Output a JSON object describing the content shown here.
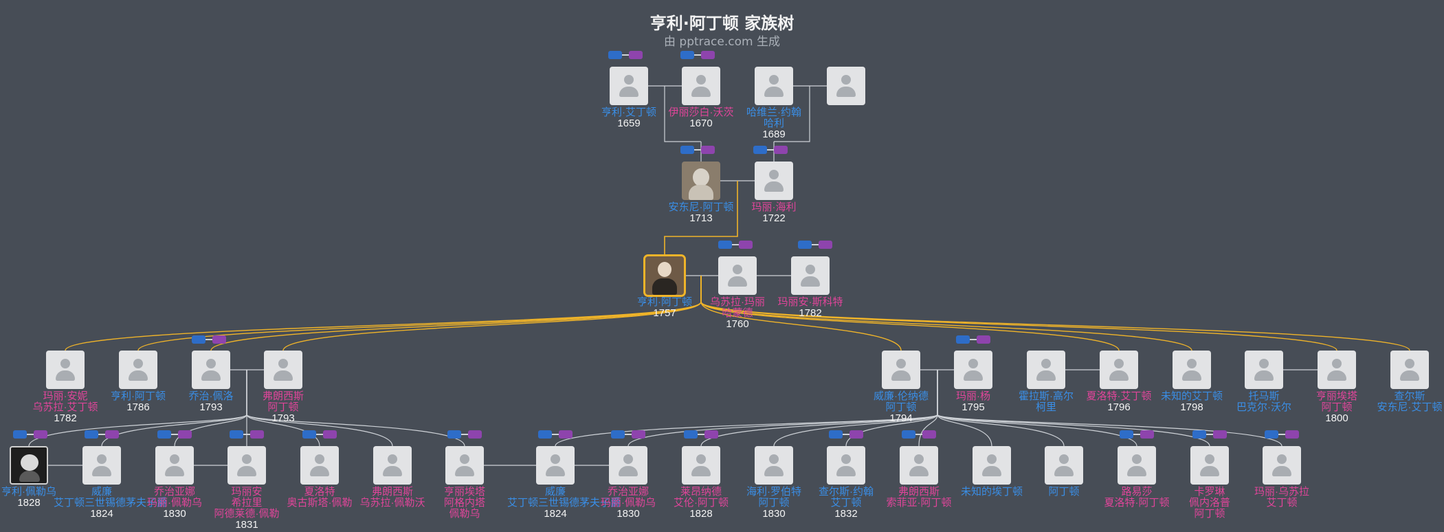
{
  "header": {
    "title": "亨利·阿丁顿 家族树",
    "subtitle": "由 pptrace.com 生成"
  },
  "colors": {
    "male": "#3a8ee6",
    "female": "#e0459a",
    "main_line": "#f0b429",
    "line": "#cfd3d8",
    "background": "#474d56"
  },
  "people": [
    {
      "id": "g0a",
      "name": [
        "亨利·艾丁顿"
      ],
      "year": "1659",
      "sex": "male"
    },
    {
      "id": "g0b",
      "name": [
        "伊丽莎白·沃茨"
      ],
      "year": "1670",
      "sex": "female"
    },
    {
      "id": "g0c",
      "name": [
        "哈维兰·约翰",
        "哈利"
      ],
      "year": "1689",
      "sex": "male"
    },
    {
      "id": "g0d",
      "name": [],
      "year": "",
      "sex": "unknown"
    },
    {
      "id": "g1a",
      "name": [
        "安东尼·阿丁顿"
      ],
      "year": "1713",
      "sex": "male",
      "avatar": "bust"
    },
    {
      "id": "g1b",
      "name": [
        "玛丽·海利"
      ],
      "year": "1722",
      "sex": "female"
    },
    {
      "id": "g2a",
      "name": [
        "亨利·阿丁顿"
      ],
      "year": "1757",
      "sex": "male",
      "avatar": "photo",
      "selected": true
    },
    {
      "id": "g2b",
      "name": [
        "乌苏拉·玛丽",
        "哈蒙德"
      ],
      "year": "1760",
      "sex": "female"
    },
    {
      "id": "g2c",
      "name": [
        "玛丽安·斯科特"
      ],
      "year": "1782",
      "sex": "female"
    },
    {
      "id": "g3a",
      "name": [
        "玛丽·安妮",
        "乌苏拉·艾丁顿"
      ],
      "year": "1782",
      "sex": "female"
    },
    {
      "id": "g3b",
      "name": [
        "亨利·阿丁顿"
      ],
      "year": "1786",
      "sex": "male"
    },
    {
      "id": "g3c",
      "name": [
        "乔治·佩洛"
      ],
      "year": "1793",
      "sex": "male"
    },
    {
      "id": "g3d",
      "name": [
        "弗朗西斯",
        "阿丁顿"
      ],
      "year": "1793",
      "sex": "female"
    },
    {
      "id": "g3e",
      "name": [
        "威廉·伦纳德",
        "阿丁顿"
      ],
      "year": "1794",
      "sex": "male"
    },
    {
      "id": "g3f",
      "name": [
        "玛丽·杨"
      ],
      "year": "1795",
      "sex": "female"
    },
    {
      "id": "g3g",
      "name": [
        "霍拉斯·高尔",
        "柯里"
      ],
      "year": "",
      "sex": "male"
    },
    {
      "id": "g3h",
      "name": [
        "夏洛特·艾丁顿"
      ],
      "year": "1796",
      "sex": "female"
    },
    {
      "id": "g3i",
      "name": [
        "未知的艾丁顿"
      ],
      "year": "1798",
      "sex": "male"
    },
    {
      "id": "g3j",
      "name": [
        "托马斯",
        "巴克尔·沃尔"
      ],
      "year": "",
      "sex": "male"
    },
    {
      "id": "g3k",
      "name": [
        "亨丽埃塔",
        "阿丁顿"
      ],
      "year": "1800",
      "sex": "female"
    },
    {
      "id": "g3l",
      "name": [
        "查尔斯",
        "安东尼·艾丁顿"
      ],
      "year": "",
      "sex": "male"
    },
    {
      "id": "g4a",
      "name": [
        "亨利·佩勒乌"
      ],
      "year": "1828",
      "sex": "male",
      "avatar": "skull"
    },
    {
      "id": "g4b",
      "name": [
        "威廉",
        "艾丁顿三世锡德茅夫子爵"
      ],
      "year": "1824",
      "sex": "male"
    },
    {
      "id": "g4c",
      "name": [
        "乔治亚娜",
        "玛丽·佩勒乌"
      ],
      "year": "1830",
      "sex": "female"
    },
    {
      "id": "g4d",
      "name": [
        "玛丽安",
        "希拉里",
        "阿德莱德·佩勒"
      ],
      "year": "1831",
      "sex": "female"
    },
    {
      "id": "g4e",
      "name": [
        "夏洛特",
        "奥古斯塔·佩勒"
      ],
      "year": "",
      "sex": "female"
    },
    {
      "id": "g4f",
      "name": [
        "弗朗西斯",
        "乌苏拉·佩勒沃"
      ],
      "year": "",
      "sex": "female"
    },
    {
      "id": "g4g",
      "name": [
        "亨丽埃塔",
        "阿格内塔",
        "佩勒乌"
      ],
      "year": "",
      "sex": "female"
    },
    {
      "id": "g4h",
      "name": [
        "威廉",
        "艾丁顿三世锡德茅夫子爵"
      ],
      "year": "1824",
      "sex": "male"
    },
    {
      "id": "g4i",
      "name": [
        "乔治亚娜",
        "玛丽·佩勒乌"
      ],
      "year": "1830",
      "sex": "female"
    },
    {
      "id": "g4j",
      "name": [
        "莱昂纳德",
        "艾伦·阿丁顿"
      ],
      "year": "1828",
      "sex": "female"
    },
    {
      "id": "g4k",
      "name": [
        "海利·罗伯特",
        "阿丁顿"
      ],
      "year": "1830",
      "sex": "male"
    },
    {
      "id": "g4l",
      "name": [
        "查尔斯·约翰",
        "艾丁顿"
      ],
      "year": "1832",
      "sex": "male"
    },
    {
      "id": "g4m",
      "name": [
        "弗朗西斯",
        "索菲亚·阿丁顿"
      ],
      "year": "",
      "sex": "female"
    },
    {
      "id": "g4n",
      "name": [
        "未知的埃丁顿"
      ],
      "year": "",
      "sex": "male"
    },
    {
      "id": "g4o",
      "name": [
        "阿丁顿"
      ],
      "year": "",
      "sex": "male"
    },
    {
      "id": "g4p",
      "name": [
        "路易莎",
        "夏洛特·阿丁顿"
      ],
      "year": "",
      "sex": "female"
    },
    {
      "id": "g4q",
      "name": [
        "卡罗琳",
        "佩内洛普",
        "阿丁顿"
      ],
      "year": "",
      "sex": "female"
    },
    {
      "id": "g4r",
      "name": [
        "玛丽·乌苏拉",
        "艾丁顿"
      ],
      "year": "",
      "sex": "female"
    }
  ]
}
